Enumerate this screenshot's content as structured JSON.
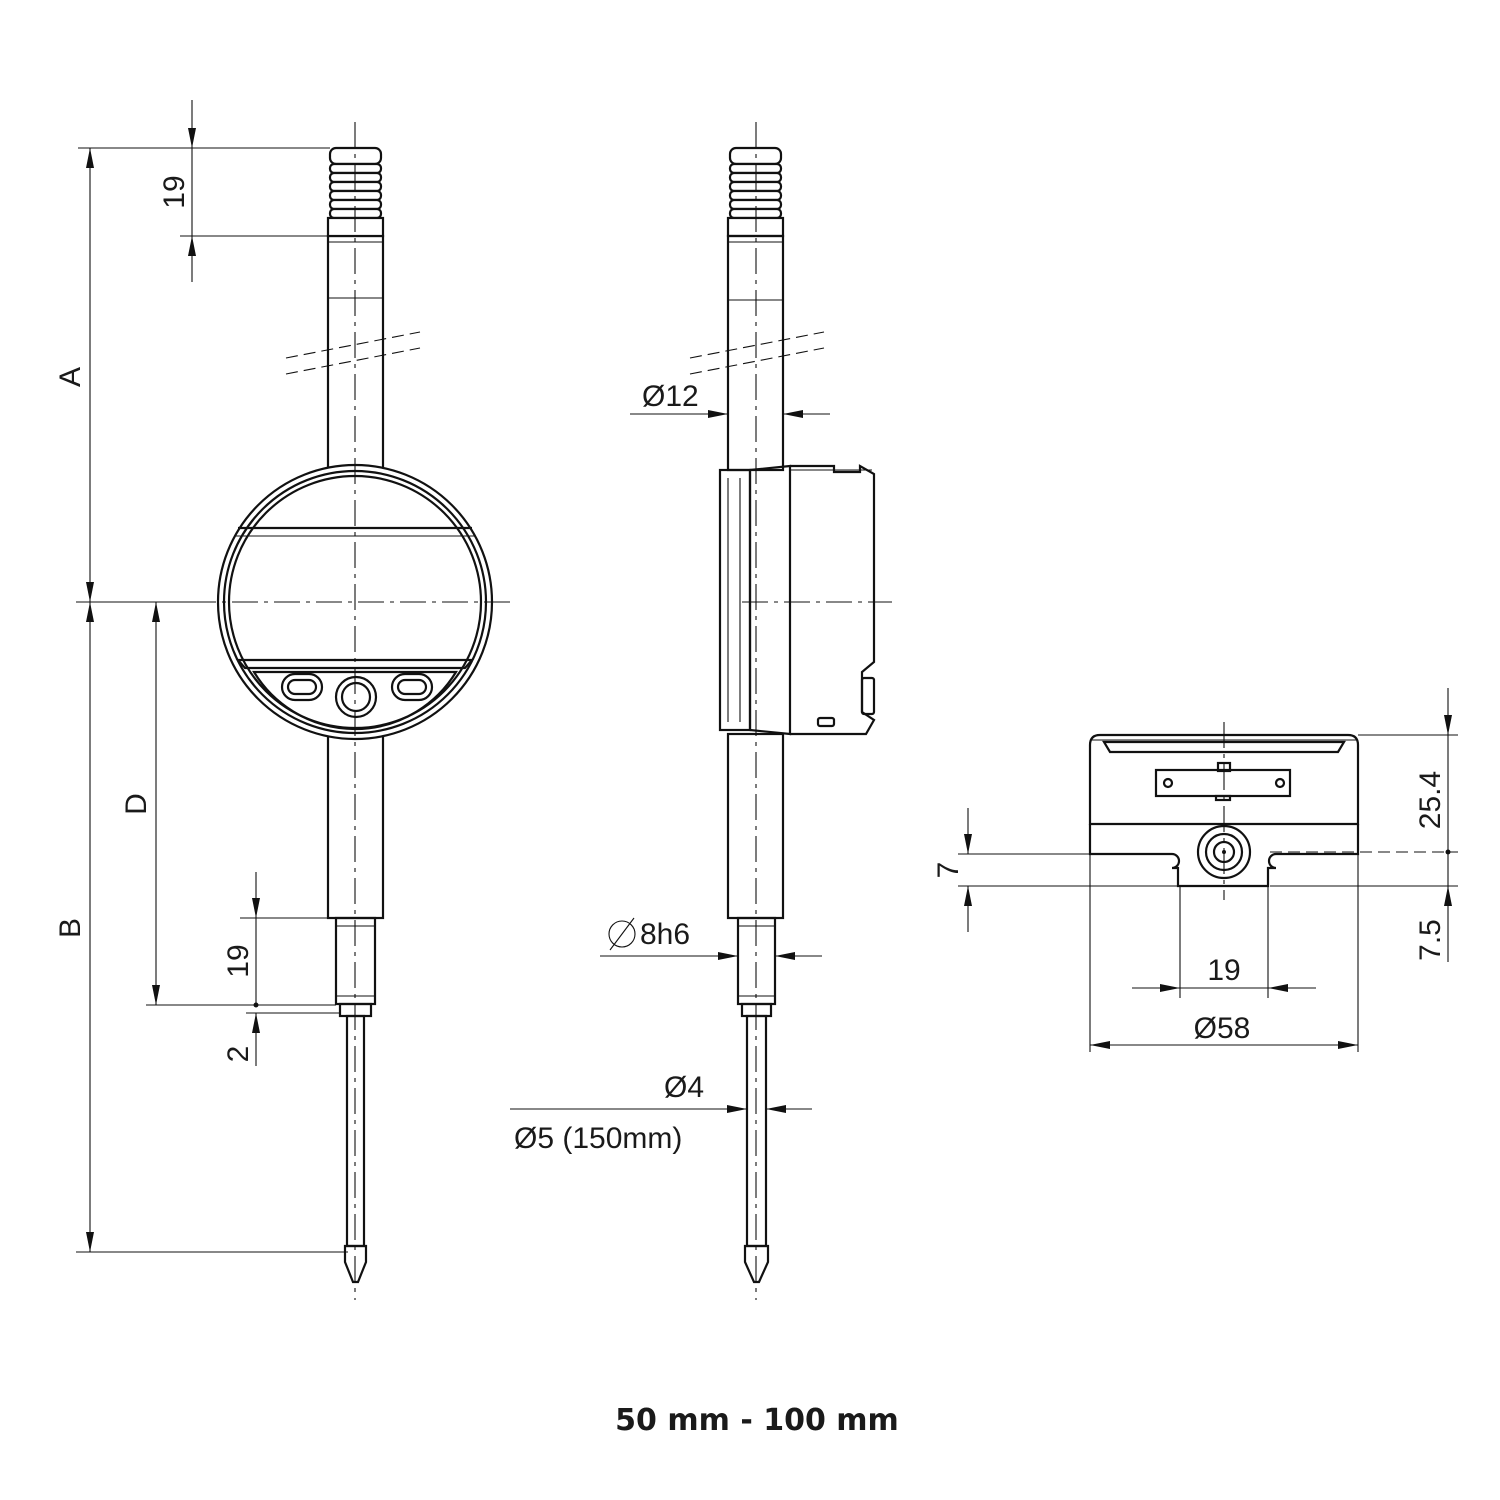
{
  "labels": {
    "a": "A",
    "b": "B",
    "d": "D",
    "top_19": "19",
    "bottom_19": "19",
    "two": "2",
    "dia12": "Ø12",
    "dia8h6": "8h6",
    "dia4": "Ø4",
    "dia5": "Ø5 (150mm)",
    "dim_254": "25.4",
    "dim_7": "7",
    "dim_75": "7.5",
    "side_19": "19",
    "dia58": "Ø58"
  },
  "caption": "50 mm - 100 mm",
  "colors": {
    "line": "#111111",
    "background": "#ffffff"
  }
}
